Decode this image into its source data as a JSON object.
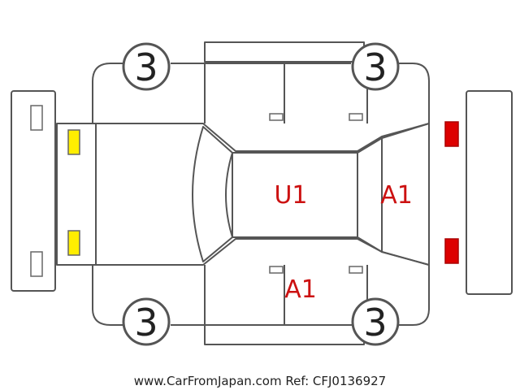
{
  "diagram": {
    "tire_grades": {
      "front_left": "3",
      "front_right": "3",
      "rear_left": "3",
      "rear_right": "3"
    },
    "damage_marks": {
      "roof": "U1",
      "windshield": "A1",
      "lower_door": "A1"
    },
    "watermark": "www.CarFromJapan.com Ref: CFJ0136927",
    "colors": {
      "outline": "#555555",
      "mark_text": "#cc1111",
      "headlight": "#ffee00",
      "taillight": "#dd0000"
    }
  }
}
